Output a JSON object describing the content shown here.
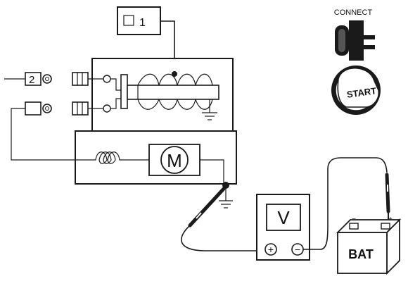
{
  "diagram": {
    "connector_top_label": "1",
    "connector_left_label": "2",
    "motor_label": "M",
    "voltmeter_label": "V",
    "voltmeter_plus": "+",
    "voltmeter_minus": "−",
    "battery_label": "BAT",
    "connect_label": "CONNECT",
    "start_label": "START",
    "icons": [
      "connect-plug-icon",
      "start-ignition-icon",
      "ground-symbol-icon"
    ]
  }
}
